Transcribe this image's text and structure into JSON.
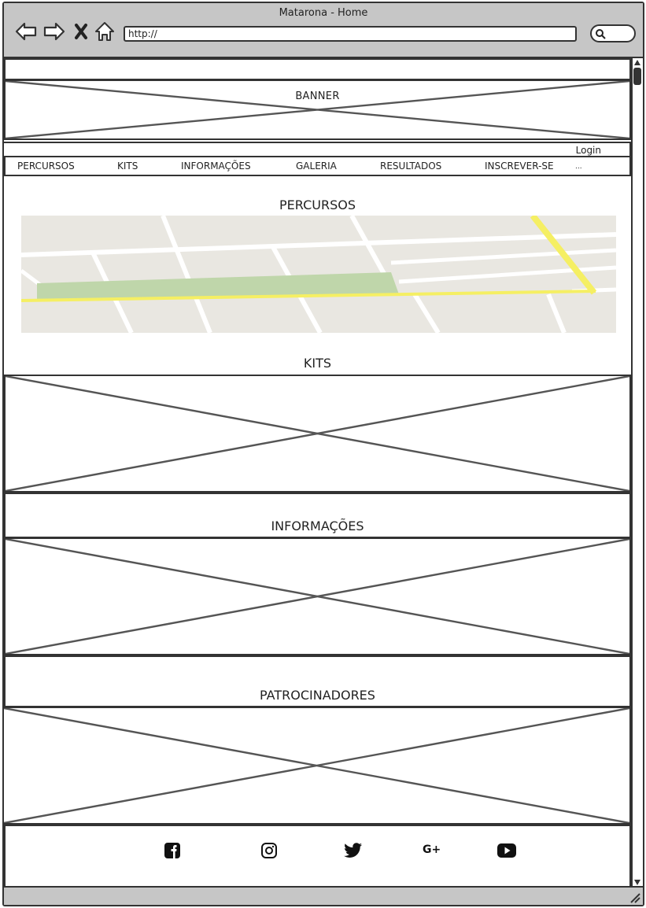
{
  "window": {
    "title": "Matarona - Home",
    "url": "http://"
  },
  "banner": {
    "label": "BANNER"
  },
  "login": {
    "label": "Login"
  },
  "menu": {
    "items": [
      {
        "label": "PERCURSOS"
      },
      {
        "label": "KITS"
      },
      {
        "label": "INFORMAÇÕES"
      },
      {
        "label": "GALERIA"
      },
      {
        "label": "RESULTADOS"
      },
      {
        "label": "INSCREVER-SE"
      },
      {
        "label": "..."
      }
    ]
  },
  "sections": {
    "percursos": "PERCURSOS",
    "kits": "KITS",
    "informacoes": "INFORMAÇÕES",
    "patrocinadores": "PATROCINADORES"
  },
  "social": [
    {
      "icon": "facebook-icon"
    },
    {
      "icon": "instagram-icon"
    },
    {
      "icon": "twitter-icon"
    },
    {
      "icon": "google-plus-icon",
      "text": "G+"
    },
    {
      "icon": "youtube-icon"
    }
  ]
}
